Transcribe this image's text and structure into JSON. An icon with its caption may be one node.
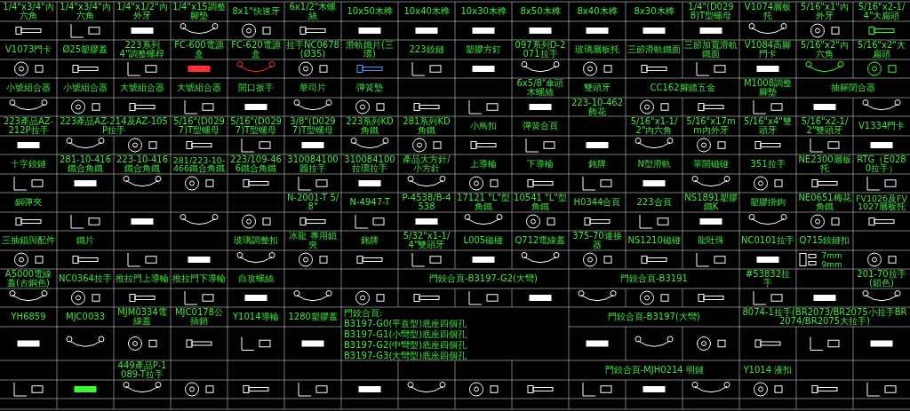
{
  "diagram": {
    "labels": [
      "1/4\"x3/4\"內六角",
      "1/4\"x3/4\"內六角",
      "1/4\"x1/2\"內外牙",
      "1/4\"x15調整腳墊",
      "8x1\"快速牙",
      "6x1/2\"木螺絲",
      "10x50木榫",
      "10x40木榫",
      "10x30木榫",
      "8x50木榫",
      "8x40木榫",
      "8x30木榫",
      "1/4\"(D0298)T型螺母",
      "V1074層板托",
      "5/16\"x1\"內外牙",
      "5/16\"x2-1/4\"大扁頭",
      "V1073門卡",
      "Ø25塑膠蓋",
      "223系列4\"調整螺桿",
      "FC-600電源盒",
      "FC-620電源盒",
      "拉手NC0678(Ø35)",
      "滑軌鐵片(三環)",
      "223鉸鏈",
      "塑膠方釘",
      "097系列D-2071拉手",
      "玻璃層板托",
      "三節滑軌鐵面",
      "三節加寬滑軌鐵面",
      "V1084高腳門卡",
      "5/16\"x2\"內六角",
      "5/16\"x2\"大扁頭",
      "小號組合器",
      "小號組合器",
      "大號組合器",
      "大號組合器",
      "開口扳手",
      "華司片",
      "彈簧墊",
      "6x5/8\"傘頭木螺絲",
      "雙頭牙",
      "CC162腳踏五金",
      "M1008調整腳墊",
      "抽屜閉合器",
      "223-10-462飾花",
      "223產品AZ-212P拉手",
      "223產品AZ-214及AZ-105P拉手",
      "5/16\"(D0297)T型螺母",
      "5/16\"(D0297)T型螺母",
      "3/8\"(D0297)T型螺母",
      "223系列KD角鐵",
      "281系列KD角鐵",
      "小鳥扣",
      "彈簧合頁",
      "5/16\"x1-1/2\"內六角",
      "5/16\"x17mm內外牙",
      "5/16\"x4\"雙頭牙",
      "5/16\"x2-1/2\"雙頭牙",
      "V1334門卡",
      "十字鉸鏈",
      "281-10-416鐵合角鐵",
      "223-10-416鐵合角鐵",
      "281/223-10-466鐵合角鐵",
      "223/109-466鐵合角鐵",
      "310084100圓拉手",
      "310084100拉環拉手",
      "產品大方針/小方針",
      "上導輪",
      "下導輪",
      "銘牌",
      "N型滑軌",
      "單開磁碰",
      "351拉手",
      "NE2300層板托",
      "RTG（E0280拉手）",
      "銅彈夾",
      "N-2001-T 5/8\"",
      "N-4947-T",
      "P-4538/B-4538",
      "17121 \"L\"型角鐵",
      "10541 \"L\"型角鐵",
      "H0344合頁",
      "223合頁",
      "NS1891塑膠鐵K",
      "塑膠掛鉤",
      "NE0651梅花角鐵",
      "FV1026及FV1027層板托",
      "三抽鎖與配件",
      "鐵片",
      "玻璃調整扣",
      "冰龍 專用鎖夾",
      "銘牌",
      "5/32\"x1-1/4\"雙頭牙",
      "L005磁碰",
      "Q712電線蓋",
      "375-70連接器",
      "NS1210磁碰",
      "龍吐珠",
      "NC0101拉手",
      "Q715鉸鏈扣",
      "7mm",
      "9mm",
      "A5000電線蓋(古銅色)",
      "NC0364拉手",
      "推拉門上導輪",
      "推拉門下導輪",
      "自攻螺絲",
      "門鉸合頁-B3197-G2(大彎)",
      "門鉸合頁-B3191",
      "#53832拉手",
      "201-70拉手(鎖色)",
      "YH6859",
      "MJC0033",
      "MJM0334電線蓋",
      "MJC0178公插銷",
      "Y1014導輪",
      "1280塑膠蓋",
      "門鉸合頁:",
      "B3197-G0(平直型)底座四個孔",
      "B3197-G1(小彎型)底座四個孔",
      "B3197-G2(中彎型)底座四個孔",
      "B3197-G3(大彎型)底座四個孔",
      "門鉸合頁-B3197(大彎)",
      "8074-1拉手(BR2073/BR2075小拉手BR2074/BR2075大拉手)",
      "449產品P-1089-T拉手",
      "門鉸合頁-MJH0214 明鏈",
      "Y1014 液扣"
    ]
  }
}
